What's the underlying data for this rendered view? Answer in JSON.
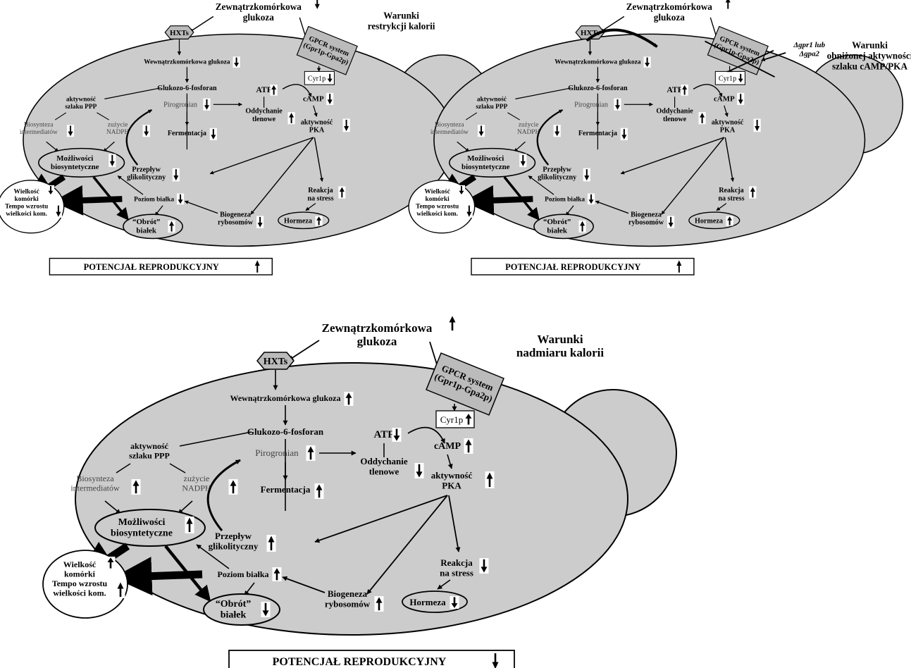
{
  "panels": [
    {
      "id": "p1",
      "condition": [
        "Warunki",
        "restrykcji kalorii"
      ],
      "external_glucose": {
        "label": [
          "Zewnątrzkomórkowa",
          "glukoza"
        ],
        "arrow": "down"
      },
      "hxts": "HXTs",
      "gpcr": [
        "GPCR system",
        "(Gpr1p-Gpa2p)"
      ],
      "deletion": null,
      "cyr1p": {
        "label": "Cyr1p",
        "arrow": "down"
      },
      "intracellular_glucose": {
        "label": "Wewnątrzkomórkowa glukoza",
        "arrow": "down"
      },
      "g6p": "Glukozo-6-fosforan",
      "ppp": {
        "label": [
          "aktywność",
          "szlaku PPP"
        ]
      },
      "biosynthesis_intermediates": {
        "label": [
          "Biosynteza",
          "intermediatów"
        ],
        "arrow": "down"
      },
      "nadph": {
        "label": [
          "zużycie",
          "NADPH"
        ],
        "arrow": "down"
      },
      "biosynthetic_capacity": {
        "label": [
          "Możliwości",
          "biosyntetyczne"
        ],
        "arrow": "down"
      },
      "pyruvate": {
        "label": "Pirogronian",
        "arrow": "down"
      },
      "fermentation": {
        "label": "Fermentacja",
        "arrow": "down"
      },
      "glycolytic_flux": {
        "label": [
          "Przepływ",
          "glikolityczny"
        ],
        "arrow": "down"
      },
      "atp": {
        "label": "ATP",
        "arrow": "up"
      },
      "camp": {
        "label": "cAMP",
        "arrow": "down"
      },
      "respiration": {
        "label": [
          "Oddychanie",
          "tlenowe"
        ],
        "arrow": "up"
      },
      "pka": {
        "label": [
          "aktywność",
          "PKA"
        ],
        "arrow": "down"
      },
      "stress": {
        "label": [
          "Reakcja",
          "na stress"
        ],
        "arrow": "up"
      },
      "hormesis": {
        "label": "Hormeza",
        "arrow": "up"
      },
      "protein_level": {
        "label": "Poziom białka",
        "arrow": "down"
      },
      "turnover": {
        "label": [
          "“Obrót”",
          "białek"
        ],
        "arrow": "up"
      },
      "ribosome": {
        "label": [
          "Biogeneza",
          "rybosomów"
        ],
        "arrow": "down"
      },
      "cell_size": {
        "label": [
          "Wielkość",
          "komórki",
          "Tempo wzrostu",
          "wielkości kom."
        ],
        "arrows": [
          "down",
          "down"
        ]
      },
      "potential": {
        "label": "POTENCJAŁ REPRODUKCYJNY",
        "arrow": "up"
      }
    },
    {
      "id": "p2",
      "condition": [
        "Warunki",
        "obniżonej aktywności",
        "szlaku cAMP/PKA"
      ],
      "external_glucose": {
        "label": [
          "Zewnątrzkomórkowa",
          "glukoza"
        ],
        "arrow": "up"
      },
      "hxts": "HXTs",
      "gpcr": [
        "GPCR system",
        "(Gpr1p-Gpa2p)"
      ],
      "deletion": [
        "Δgpr1 lub",
        "Δgpa2"
      ],
      "cyr1p": {
        "label": "Cyr1p",
        "arrow": "down"
      },
      "intracellular_glucose": {
        "label": "Wewnątrzkomórkowa glukoza",
        "arrow": "down"
      },
      "g6p": "Glukozo-6-fosforan",
      "ppp": {
        "label": [
          "aktywność",
          "szlaku PPP"
        ]
      },
      "biosynthesis_intermediates": {
        "label": [
          "Biosynteza",
          "intermediatów"
        ],
        "arrow": "down"
      },
      "nadph": {
        "label": [
          "zużycie",
          "NADPH"
        ],
        "arrow": "down"
      },
      "biosynthetic_capacity": {
        "label": [
          "Możliwości",
          "biosyntetyczne"
        ],
        "arrow": "down"
      },
      "pyruvate": {
        "label": "Pirogronian",
        "arrow": "down"
      },
      "fermentation": {
        "label": "Fermentacja",
        "arrow": "down"
      },
      "glycolytic_flux": {
        "label": [
          "Przepływ",
          "glikolityczny"
        ],
        "arrow": "down"
      },
      "atp": {
        "label": "ATP",
        "arrow": "up"
      },
      "camp": {
        "label": "cAMP",
        "arrow": "down"
      },
      "respiration": {
        "label": [
          "Oddychanie",
          "tlenowe"
        ],
        "arrow": "up"
      },
      "pka": {
        "label": [
          "aktywność",
          "PKA"
        ],
        "arrow": "down"
      },
      "stress": {
        "label": [
          "Reakcja",
          "na stress"
        ],
        "arrow": "up"
      },
      "hormesis": {
        "label": "Hormeza",
        "arrow": "up"
      },
      "protein_level": {
        "label": "Poziom białka",
        "arrow": "down"
      },
      "turnover": {
        "label": [
          "“Obrót”",
          "białek"
        ],
        "arrow": "up"
      },
      "ribosome": {
        "label": [
          "Biogeneza",
          "rybosomów"
        ],
        "arrow": "down"
      },
      "cell_size": {
        "label": [
          "Wielkość",
          "komórki",
          "Tempo wzrostu",
          "wielkości kom."
        ],
        "arrows": [
          "down",
          "down"
        ]
      },
      "potential": {
        "label": "POTENCJAŁ REPRODUKCYJNY",
        "arrow": "up"
      }
    },
    {
      "id": "p3",
      "condition": [
        "Warunki",
        "nadmiaru kalorii"
      ],
      "external_glucose": {
        "label": [
          "Zewnątrzkomórkowa",
          "glukoza"
        ],
        "arrow": "up"
      },
      "hxts": "HXTs",
      "gpcr": [
        "GPCR system",
        "(Gpr1p-Gpa2p)"
      ],
      "deletion": null,
      "cyr1p": {
        "label": "Cyr1p",
        "arrow": "up"
      },
      "intracellular_glucose": {
        "label": "Wewnątrzkomórkowa glukoza",
        "arrow": "up"
      },
      "g6p": "Glukozo-6-fosforan",
      "ppp": {
        "label": [
          "aktywność",
          "szlaku PPP"
        ]
      },
      "biosynthesis_intermediates": {
        "label": [
          "Biosynteza",
          "intermediatów"
        ],
        "arrow": "up"
      },
      "nadph": {
        "label": [
          "zużycie",
          "NADPH"
        ],
        "arrow": "up"
      },
      "biosynthetic_capacity": {
        "label": [
          "Możliwości",
          "biosyntetyczne"
        ],
        "arrow": "up"
      },
      "pyruvate": {
        "label": "Pirogronian",
        "arrow": "up"
      },
      "fermentation": {
        "label": "Fermentacja",
        "arrow": "up"
      },
      "glycolytic_flux": {
        "label": [
          "Przepływ",
          "glikolityczny"
        ],
        "arrow": "up"
      },
      "atp": {
        "label": "ATP",
        "arrow": "down"
      },
      "camp": {
        "label": "cAMP",
        "arrow": "up"
      },
      "respiration": {
        "label": [
          "Oddychanie",
          "tlenowe"
        ],
        "arrow": "down"
      },
      "pka": {
        "label": [
          "aktywność",
          "PKA"
        ],
        "arrow": "up"
      },
      "stress": {
        "label": [
          "Reakcja",
          "na stress"
        ],
        "arrow": "down"
      },
      "hormesis": {
        "label": "Hormeza",
        "arrow": "down"
      },
      "protein_level": {
        "label": "Poziom białka",
        "arrow": "up"
      },
      "turnover": {
        "label": [
          "“Obrót”",
          "białek"
        ],
        "arrow": "down"
      },
      "ribosome": {
        "label": [
          "Biogeneza",
          "rybosomów"
        ],
        "arrow": "up"
      },
      "cell_size": {
        "label": [
          "Wielkość",
          "komórki",
          "Tempo wzrostu",
          "wielkości kom."
        ],
        "arrows": [
          "up",
          "up"
        ]
      },
      "potential": {
        "label": "POTENCJAŁ REPRODUKCYJNY",
        "arrow": "down"
      }
    }
  ]
}
